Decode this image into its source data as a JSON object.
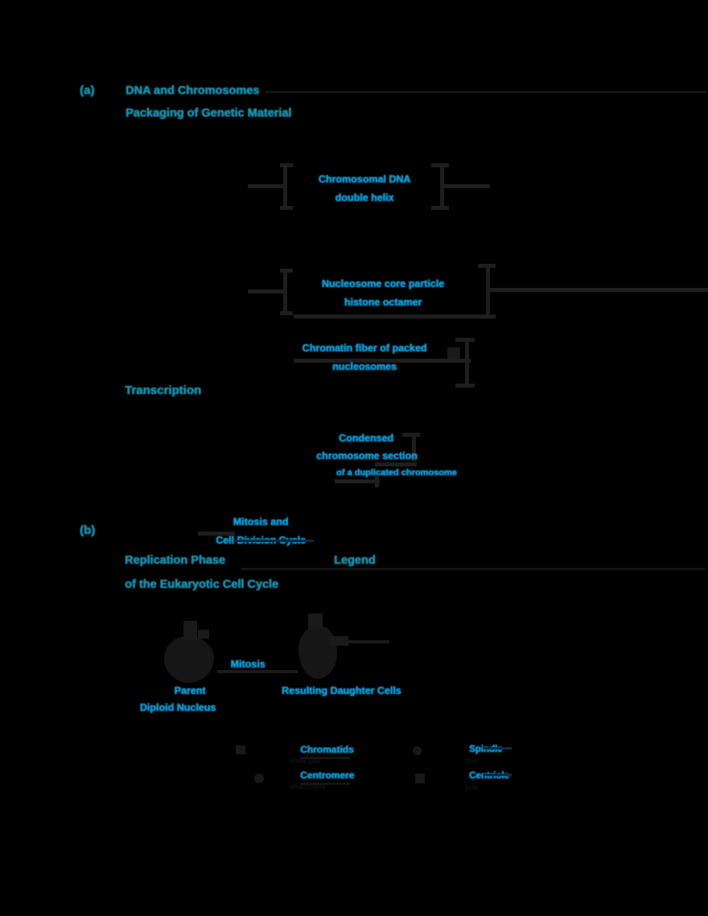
{
  "figure": {
    "background_color": "#000000",
    "accent_blue": "#0f9bd7",
    "heading_teal": "#1b8fad",
    "graphic_dark": "#1e1e1e"
  },
  "panel_a": {
    "tag": "(a)",
    "title_line1": "DNA and Chromosomes",
    "title_line2": "Packaging of Genetic Material",
    "section_heading": "Transcription",
    "rows": [
      {
        "label_line1": "Chromosomal DNA",
        "label_line2": "double helix",
        "left_bracket": true,
        "right_bracket": true
      },
      {
        "label_line1": "Nucleosome core particle",
        "label_line2": "histone octamer",
        "left_bracket": true,
        "right_bracket": true
      },
      {
        "label_line1": "Chromatin fiber of packed",
        "label_line2": "nucleosomes",
        "left_bracket": false,
        "right_bracket": true
      },
      {
        "label_line1": "Condensed",
        "label_line2": "chromosome section",
        "label_line3": "of a duplicated chromosome",
        "left_bracket": false,
        "right_bracket": true
      }
    ]
  },
  "panel_b": {
    "tag": "(b)",
    "top_label_line1": "Mitosis and",
    "top_label_line2": "Cell Division Cycle",
    "title_line1": "Replication Phase",
    "title_line2": "of the Eukaryotic Cell Cycle",
    "legend_title": "Legend",
    "cells": [
      {
        "name_line1": "Parent",
        "name_line2": "Diploid Nucleus",
        "arrow_label": "Mitosis"
      },
      {
        "name_line1": "Resulting Daughter Cells",
        "name_line2": ""
      }
    ],
    "legend_items": [
      {
        "symbol": "chromosome-pair-icon",
        "label": "Chromatids",
        "sub": "sister pair"
      },
      {
        "symbol": "chromosome-single-icon",
        "label": "Centromere",
        "sub": "attachment"
      },
      {
        "symbol": "spindle-icon",
        "label": "Spindle",
        "sub": "fiber"
      },
      {
        "symbol": "centriole-icon",
        "label": "Centriole",
        "sub": "pole"
      }
    ]
  }
}
